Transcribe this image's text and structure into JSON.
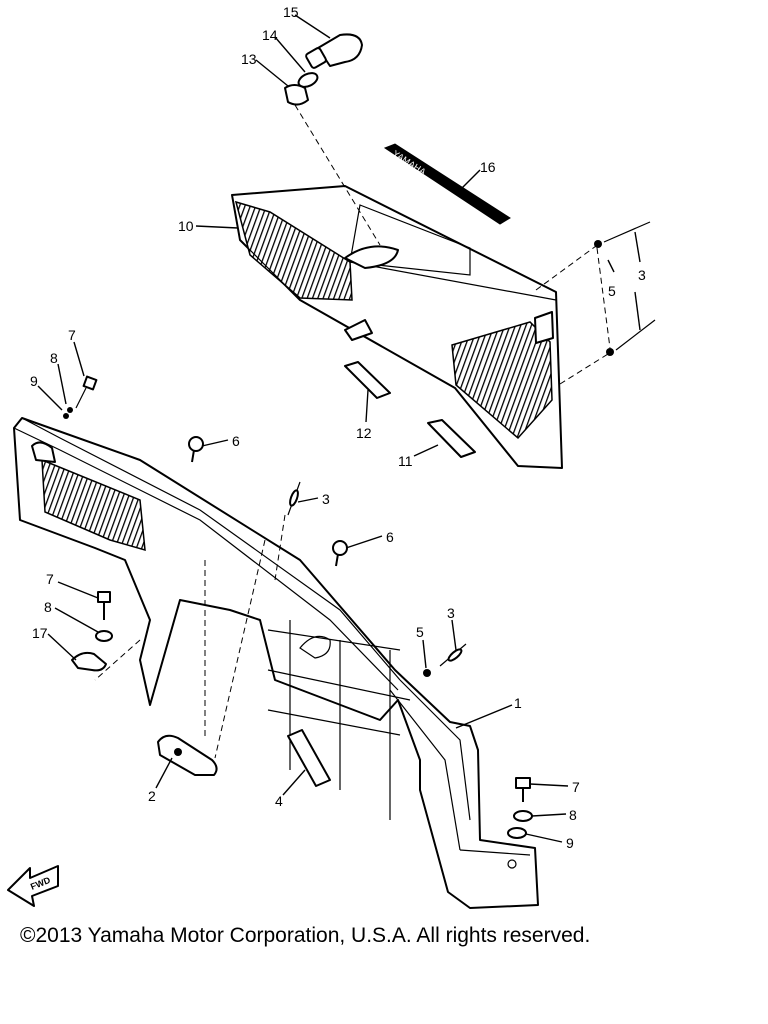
{
  "copyright": "©2013 Yamaha Motor Corporation, U.S.A. All rights reserved.",
  "fwd_label": "FWD",
  "emblem_text": "YAMAHA",
  "callouts": [
    "1",
    "2",
    "3",
    "4",
    "5",
    "6",
    "7",
    "8",
    "9",
    "10",
    "11",
    "12",
    "13",
    "14",
    "15",
    "16",
    "17"
  ]
}
